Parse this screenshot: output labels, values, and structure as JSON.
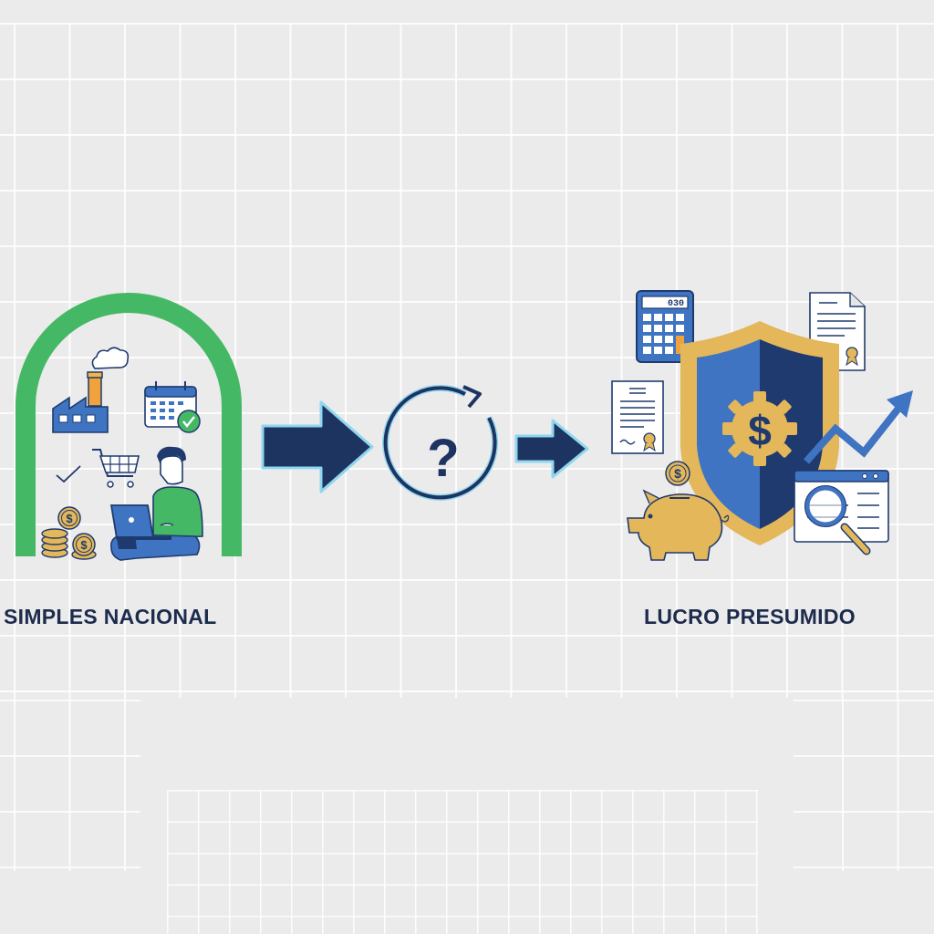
{
  "diagram": {
    "type": "transition-flow",
    "left_node": {
      "label": "SIMPLES NACIONAL",
      "frame": "green-arch",
      "icons": [
        "factory-icon",
        "cloud-icon",
        "calendar-check-icon",
        "shopping-cart-icon",
        "checkmark-icon",
        "person-with-laptop",
        "coin-stack-icon",
        "dollar-coin-icon"
      ]
    },
    "middle_node": {
      "symbol": "?",
      "icon": "question-cycle-icon",
      "arrows": [
        "arrow-right-large-icon",
        "arrow-right-small-icon"
      ]
    },
    "right_node": {
      "label": "LUCRO PRESUMIDO",
      "icons": [
        "calculator-icon",
        "document-certificate-icon",
        "shield-gear-dollar-icon",
        "piggy-bank-icon",
        "dollar-coin-icon",
        "trend-up-arrow-icon",
        "browser-magnifier-icon"
      ]
    }
  },
  "colors": {
    "background": "#ebebeb",
    "grid": "#ffffff",
    "arch_green": "#45b865",
    "navy": "#1f3a6e",
    "dark_navy": "#1d2b4c",
    "blue": "#3f74c2",
    "gold": "#e3b75a",
    "orange": "#f0a23c",
    "arrow_outline": "#8fd6ef",
    "label_text": "#1d2b4c"
  },
  "calculator_display": "030",
  "dollar_symbol": "$"
}
